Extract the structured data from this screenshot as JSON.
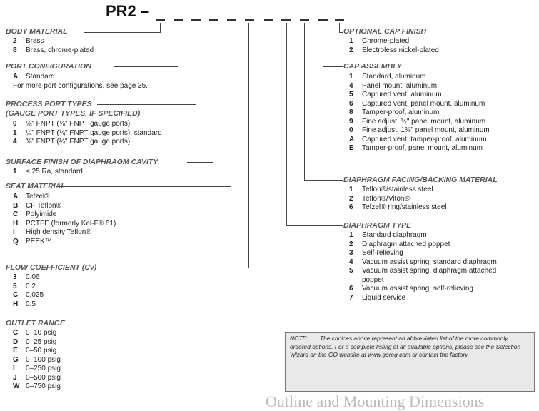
{
  "title": "PR2 –",
  "sections": {
    "body_material": {
      "heading": "BODY MATERIAL",
      "items": [
        {
          "code": "2",
          "label": "Brass"
        },
        {
          "code": "8",
          "label": "Brass, chrome-plated"
        }
      ]
    },
    "port_configuration": {
      "heading": "PORT CONFIGURATION",
      "items": [
        {
          "code": "A",
          "label": "Standard"
        }
      ],
      "note": "For more port configurations, see page 35."
    },
    "process_port_types": {
      "heading": "PROCESS PORT TYPES",
      "subheading": "(GAUGE PORT TYPES, IF SPECIFIED)",
      "items": [
        {
          "code": "0",
          "label": "⅛\" FNPT (⅛\" FNPT gauge ports)"
        },
        {
          "code": "1",
          "label": "¼\" FNPT (¼\" FNPT gauge ports), standard"
        },
        {
          "code": "4",
          "label": "⅜\" FNPT (¼\" FNPT gauge ports)"
        }
      ]
    },
    "surface_finish": {
      "heading": "SURFACE FINISH OF DIAPHRAGM CAVITY",
      "items": [
        {
          "code": "1",
          "label": "< 25 Ra, standard"
        }
      ]
    },
    "seat_material": {
      "heading": "SEAT MATERIAL",
      "items": [
        {
          "code": "A",
          "label": "Tefzel®"
        },
        {
          "code": "B",
          "label": "CF Teflon®"
        },
        {
          "code": "C",
          "label": "Polyimide"
        },
        {
          "code": "H",
          "label": "PCTFE (formerly Kel-F® 81)"
        },
        {
          "code": "I",
          "label": "High density Teflon®"
        },
        {
          "code": "Q",
          "label": "PEEK™"
        }
      ]
    },
    "flow_coefficient": {
      "heading": "FLOW COEFFICIENT (Cv)",
      "items": [
        {
          "code": "3",
          "label": "0.06"
        },
        {
          "code": "5",
          "label": "0.2"
        },
        {
          "code": "C",
          "label": "0.025"
        },
        {
          "code": "H",
          "label": "0.5"
        }
      ]
    },
    "outlet_range": {
      "heading": "OUTLET RANGE",
      "items": [
        {
          "code": "C",
          "label": "0–10 psig"
        },
        {
          "code": "D",
          "label": "0–25 psig"
        },
        {
          "code": "E",
          "label": "0–50 psig"
        },
        {
          "code": "G",
          "label": "0–100 psig"
        },
        {
          "code": "I",
          "label": "0–250 psig"
        },
        {
          "code": "J",
          "label": "0–500 psig"
        },
        {
          "code": "W",
          "label": "0–750 psig"
        }
      ]
    },
    "optional_cap_finish": {
      "heading": "OPTIONAL CAP FINISH",
      "items": [
        {
          "code": "1",
          "label": "Chrome-plated"
        },
        {
          "code": "2",
          "label": "Electroless nickel-plated"
        }
      ]
    },
    "cap_assembly": {
      "heading": "CAP ASSEMBLY",
      "items": [
        {
          "code": "1",
          "label": "Standard, aluminum"
        },
        {
          "code": "4",
          "label": "Panel mount, aluminum"
        },
        {
          "code": "5",
          "label": "Captured vent, aluminum"
        },
        {
          "code": "6",
          "label": "Captured vent, panel mount, aluminum"
        },
        {
          "code": "8",
          "label": "Tamper-proof, aluminum"
        },
        {
          "code": "9",
          "label": "Fine adjust, ½\" panel mount, aluminum"
        },
        {
          "code": "0",
          "label": "Fine adjust, 1⅜\" panel mount, aluminum"
        },
        {
          "code": "A",
          "label": "Captured vent, tamper-proof, aluminum"
        },
        {
          "code": "E",
          "label": "Tamper-proof, panel mount, aluminum"
        }
      ]
    },
    "diaphragm_facing": {
      "heading": "DIAPHRAGM FACING/BACKING MATERIAL",
      "items": [
        {
          "code": "1",
          "label": "Teflon®/stainless steel"
        },
        {
          "code": "2",
          "label": "Teflon®/Viton®"
        },
        {
          "code": "6",
          "label": "Tefzel® ring/stainless steel"
        }
      ]
    },
    "diaphragm_type": {
      "heading": "DIAPHRAGM TYPE",
      "items": [
        {
          "code": "1",
          "label": "Standard diaphragm"
        },
        {
          "code": "2",
          "label": "Diaphragm attached poppet"
        },
        {
          "code": "3",
          "label": "Self-relieving"
        },
        {
          "code": "4",
          "label": "Vacuum assist spring, standard diaphragm"
        },
        {
          "code": "5",
          "label": "Vacuum assist spring, diaphragm attached"
        },
        {
          "code": "",
          "label": "poppet"
        },
        {
          "code": "6",
          "label": "Vacuum assist spring, self-relieving"
        },
        {
          "code": "7",
          "label": "Liquid service"
        }
      ]
    }
  },
  "note": {
    "label": "NOTE:",
    "text": "The choices above represent an abbreviated list of the more commonly ordered options. For a complete listing of all available options, please see the Selection Wizard on the GO website at www.goreg.com or contact the factory."
  },
  "footer_partial": "Outline and Mounting Dimensions"
}
